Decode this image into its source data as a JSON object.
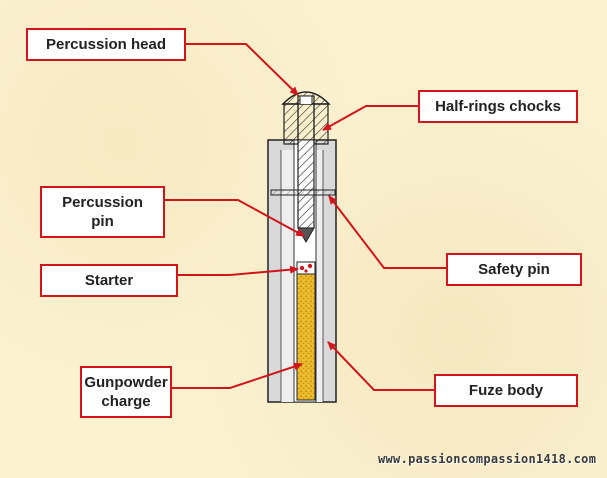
{
  "diagram": {
    "labels": {
      "percussion_head": "Percussion head",
      "half_rings_chocks": "Half-rings chocks",
      "percussion_pin": "Percussion pin",
      "starter": "Starter",
      "safety_pin": "Safety pin",
      "gunpowder_charge": "Gunpowder charge",
      "fuze_body": "Fuze body"
    },
    "watermark": "www.passioncompassion1418.com"
  },
  "colors": {
    "background": "#fbf1cf",
    "label_border": "#d0161c",
    "leader_line": "#d0161c",
    "gunpowder": "#e0b020"
  }
}
